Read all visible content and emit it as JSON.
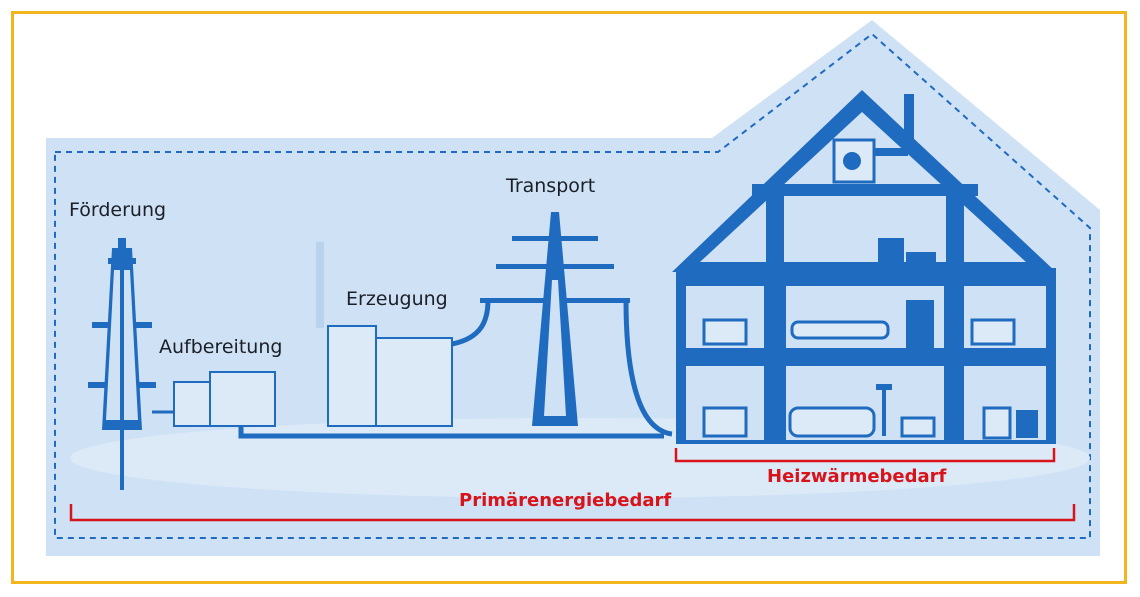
{
  "colors": {
    "frame": "#f1b61d",
    "background": "#cfe1f5",
    "structure": "#1f6bbf",
    "bracket": "#d8141b"
  },
  "labels": {
    "foerderung": "Förderung",
    "aufbereitung": "Aufbereitung",
    "erzeugung": "Erzeugung",
    "transport": "Transport"
  },
  "brackets": {
    "heizwaermebedarf": "Heizwärmebedarf",
    "primaerenergiebedarf": "Primärenergiebedarf"
  }
}
